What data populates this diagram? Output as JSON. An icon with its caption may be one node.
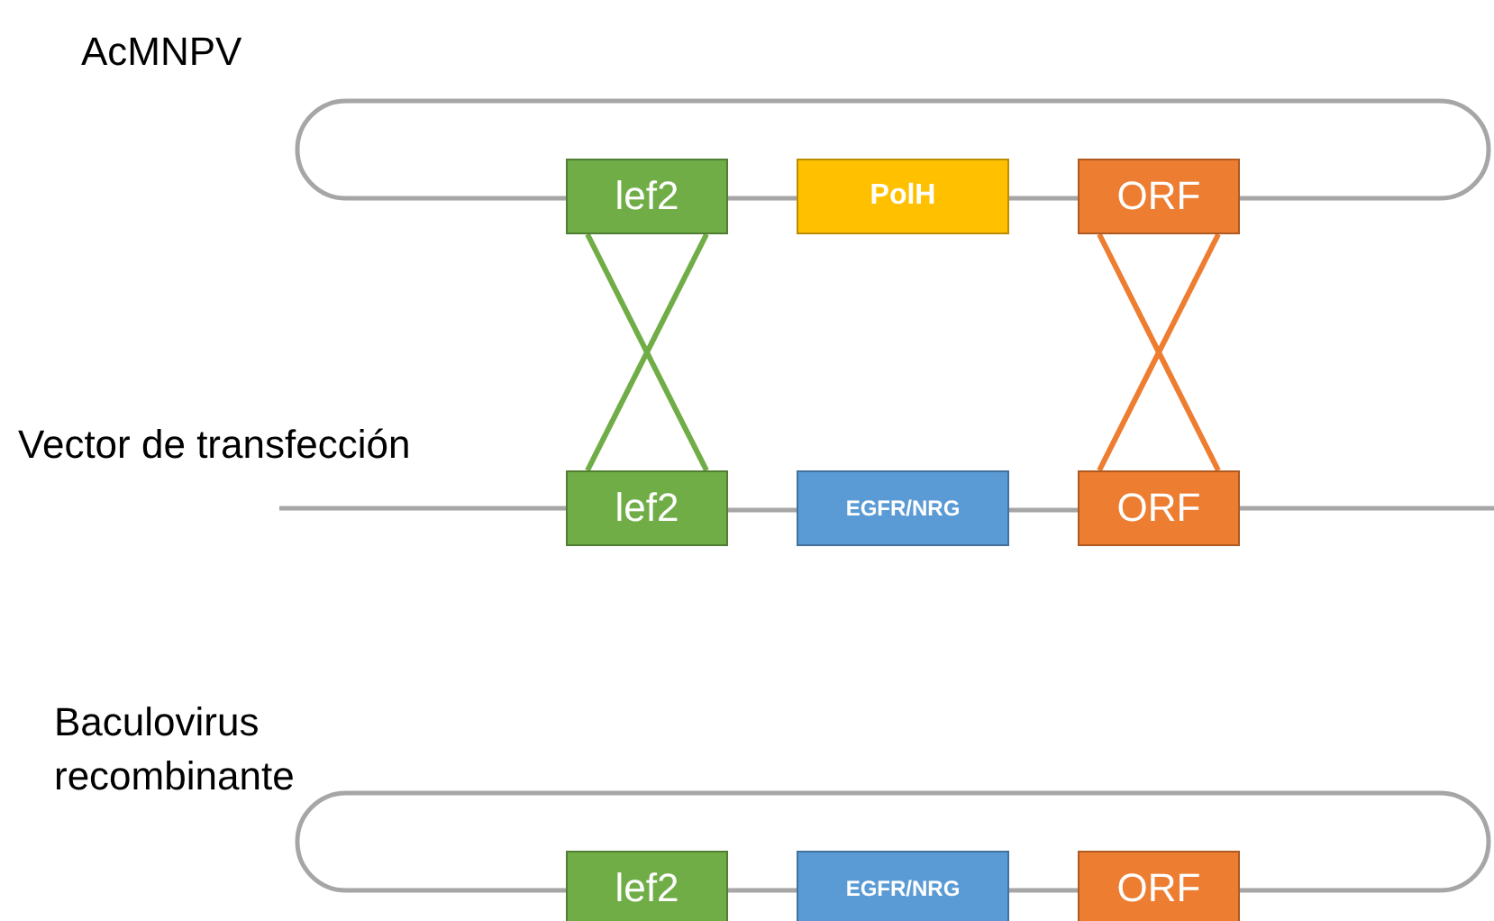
{
  "diagram": {
    "nodes": [
      {
        "text": [
          "lef2"
        ]
      },
      {
        "text": [
          "PolH"
        ]
      },
      {
        "text": [
          "ORF"
        ]
      },
      {
        "text": [
          "lef2"
        ]
      },
      {
        "text": [
          "EGFR/NRG"
        ]
      },
      {
        "text": [
          "ORF"
        ]
      },
      {
        "text": [
          "lef2"
        ]
      },
      {
        "text": [
          "EGFR/NRG"
        ]
      },
      {
        "text": [
          "ORF"
        ]
      }
    ],
    "edges": [
      {
        "from": 0,
        "to": 1,
        "arrow": "none"
      },
      {
        "from": 1,
        "to": 2,
        "arrow": "none"
      },
      {
        "from": 2,
        "to": 0,
        "arrow": "none"
      },
      {
        "from": 0,
        "to": 3,
        "arrow": "none",
        "color": "#70ad47"
      },
      {
        "from": 0,
        "to": 3,
        "arrow": "none",
        "color": "#70ad47"
      },
      {
        "from": 2,
        "to": 5,
        "arrow": "none",
        "color": "#ed7d31"
      },
      {
        "from": 2,
        "to": 5,
        "arrow": "none",
        "color": "#ed7d31"
      },
      {
        "from": 3,
        "to": 4,
        "arrow": "none"
      },
      {
        "from": 4,
        "to": 5,
        "arrow": "none"
      },
      {
        "from": 6,
        "to": 7,
        "arrow": "none"
      },
      {
        "from": 7,
        "to": 8,
        "arrow": "none"
      },
      {
        "from": 8,
        "to": 6,
        "arrow": "none"
      }
    ],
    "labels": [
      "AcMNPV",
      "Vector de transfección",
      "Baculovirus recombinante"
    ]
  }
}
